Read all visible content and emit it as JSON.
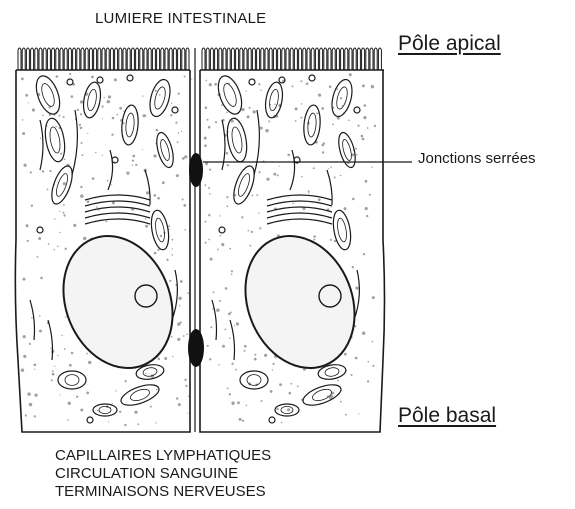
{
  "labels": {
    "lumen": "LUMIERE INTESTINALE",
    "apical_pole": "Pôle apical",
    "tight_junctions": "Jonctions serrées",
    "basal_pole": "Pôle basal",
    "bottom": [
      "CAPILLAIRES LYMPHATIQUES",
      "CIRCULATION SANGUINE",
      "TERMINAISONS NERVEUSES"
    ]
  },
  "colors": {
    "ink": "#1a1a1a",
    "background": "#ffffff",
    "junction": "#111111"
  }
}
